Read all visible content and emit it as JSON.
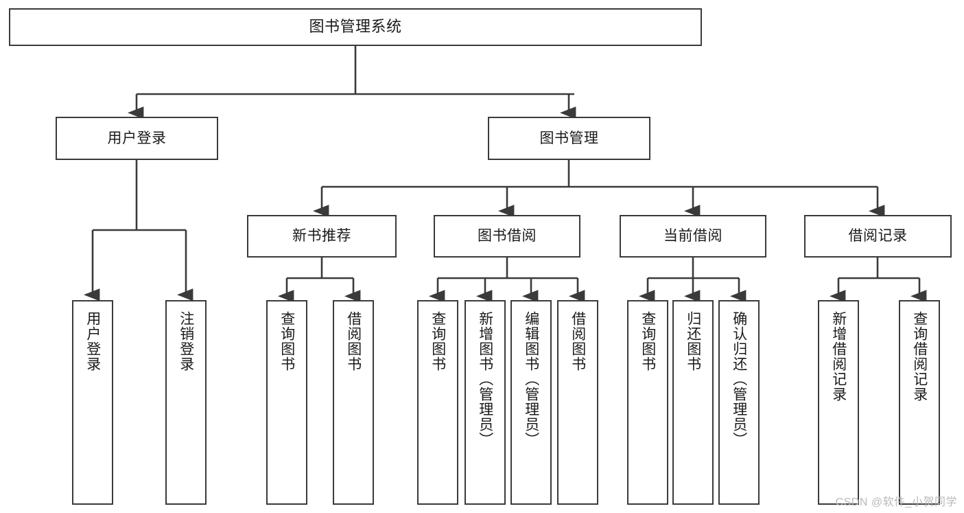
{
  "title": "图书管理系统",
  "watermark": "CSDN @软件_小贺同学",
  "colors": {
    "border": "#3a3a3a",
    "text": "#1a1a1a",
    "background": "#ffffff",
    "watermark": "#b9b9b9"
  },
  "nodes": {
    "root": {
      "label": "图书管理系统"
    },
    "level2": [
      {
        "label": "用户登录"
      },
      {
        "label": "图书管理"
      }
    ],
    "level3": [
      {
        "label": "新书推荐"
      },
      {
        "label": "图书借阅"
      },
      {
        "label": "当前借阅"
      },
      {
        "label": "借阅记录"
      }
    ],
    "leaves": {
      "user_login": [
        {
          "label": "用户登录"
        },
        {
          "label": "注销登录"
        }
      ],
      "new_book_recommend": [
        {
          "label": "查询图书"
        },
        {
          "label": "借阅图书"
        }
      ],
      "book_borrow": [
        {
          "label": "查询图书"
        },
        {
          "label": "新增图书（管理员）"
        },
        {
          "label": "编辑图书（管理员）"
        },
        {
          "label": "借阅图书"
        }
      ],
      "current_borrow": [
        {
          "label": "查询图书"
        },
        {
          "label": "归还图书"
        },
        {
          "label": "确认归还（管理员）"
        }
      ],
      "borrow_record": [
        {
          "label": "新增借阅记录"
        },
        {
          "label": "查询借阅记录"
        }
      ]
    }
  },
  "chart_data": {
    "type": "diagram",
    "diagram_kind": "tree-hierarchy",
    "title": "图书管理系统",
    "orientation": "top-down",
    "tree": {
      "name": "图书管理系统",
      "children": [
        {
          "name": "用户登录",
          "children": [
            {
              "name": "用户登录"
            },
            {
              "name": "注销登录"
            }
          ]
        },
        {
          "name": "图书管理",
          "children": [
            {
              "name": "新书推荐",
              "children": [
                {
                  "name": "查询图书"
                },
                {
                  "name": "借阅图书"
                }
              ]
            },
            {
              "name": "图书借阅",
              "children": [
                {
                  "name": "查询图书"
                },
                {
                  "name": "新增图书（管理员）"
                },
                {
                  "name": "编辑图书（管理员）"
                },
                {
                  "name": "借阅图书"
                }
              ]
            },
            {
              "name": "当前借阅",
              "children": [
                {
                  "name": "查询图书"
                },
                {
                  "name": "归还图书"
                },
                {
                  "name": "确认归还（管理员）"
                }
              ]
            },
            {
              "name": "借阅记录",
              "children": [
                {
                  "name": "新增借阅记录"
                },
                {
                  "name": "查询借阅记录"
                }
              ]
            }
          ]
        }
      ]
    }
  }
}
